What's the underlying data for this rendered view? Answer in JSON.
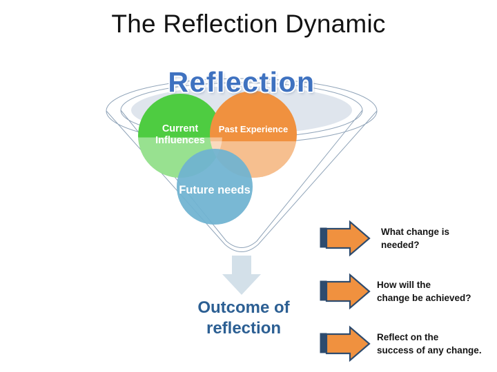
{
  "slide": {
    "title": "The Reflection Dynamic",
    "background_color": "#ffffff"
  },
  "funnel": {
    "heading": "Reflection",
    "heading_color": "#3f72c0",
    "rim_outline_color": "#8fa3b8",
    "rim_fill_color": "#dde4ec",
    "cone_outline_color": "#8fa3b8",
    "circles": [
      {
        "id": "current-influences",
        "label": "Current\nInfluences",
        "color": "#4ecc41"
      },
      {
        "id": "past-experience",
        "label": "Past\nExperience",
        "color": "#f0913f"
      },
      {
        "id": "future-needs",
        "label": "Future\nneeds",
        "color": "#6fb3d1"
      }
    ],
    "down_arrow_color": "#d3e0e9",
    "outcome_label": "Outcome of\nreflection",
    "outcome_color": "#2c5f93"
  },
  "steps": {
    "arrow_fill_color": "#f0913f",
    "arrow_outline_color": "#2d4b6e",
    "items": [
      {
        "id": "what-change",
        "caption": "What change is\nneeded?"
      },
      {
        "id": "how-achieved",
        "caption": "How will the\nchange be achieved?"
      },
      {
        "id": "reflect-success",
        "caption": "Reflect on the\nsuccess of any change."
      }
    ]
  }
}
